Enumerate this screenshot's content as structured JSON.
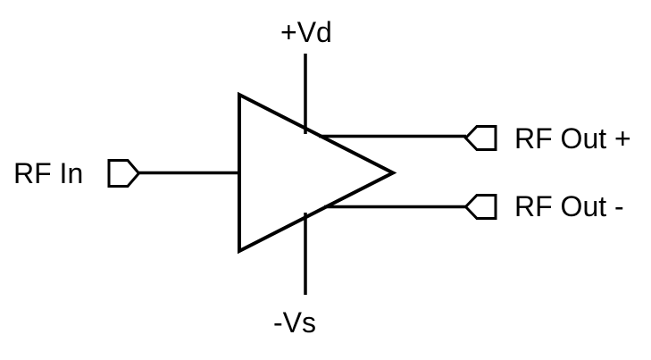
{
  "diagram": {
    "type": "amplifier-schematic",
    "description": "Differential RF amplifier symbol with input, outputs and supply pins",
    "colors": {
      "line": "#000000",
      "background": "#ffffff",
      "port_fill": "#ffffff",
      "text": "#000000"
    },
    "labels": {
      "rf_in": "RF In",
      "supply_positive": "+Vd",
      "supply_negative": "-Vs",
      "rf_out_positive": "RF Out +",
      "rf_out_negative": "RF Out -"
    },
    "icons": [
      "amplifier-triangle-icon",
      "rf-in-port-icon",
      "rf-out-positive-port-icon",
      "rf-out-negative-port-icon"
    ]
  }
}
